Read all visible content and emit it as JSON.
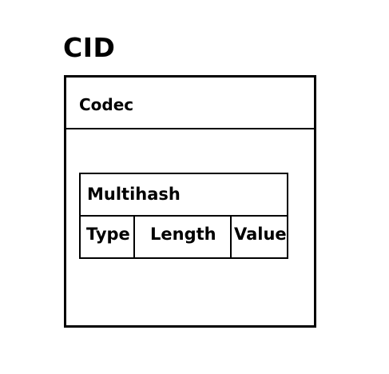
{
  "title": "CID",
  "codec": {
    "label": "Codec"
  },
  "multihash": {
    "label": "Multihash",
    "fields": [
      "Type",
      "Length",
      "Value"
    ]
  }
}
